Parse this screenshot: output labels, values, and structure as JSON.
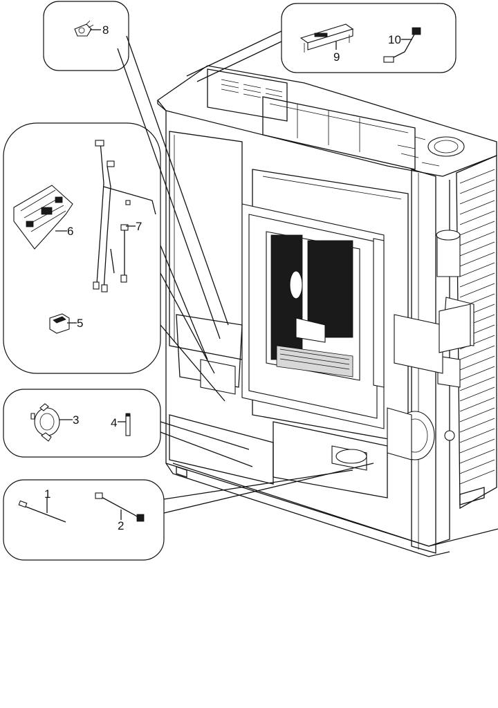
{
  "callouts": {
    "c1": "1",
    "c2": "2",
    "c3": "3",
    "c4": "4",
    "c5": "5",
    "c6": "6",
    "c7": "7",
    "c8": "8",
    "c9": "9",
    "c10": "10"
  },
  "colors": {
    "line": "#111111",
    "background": "#ffffff",
    "shade": "#d8d8d8"
  }
}
